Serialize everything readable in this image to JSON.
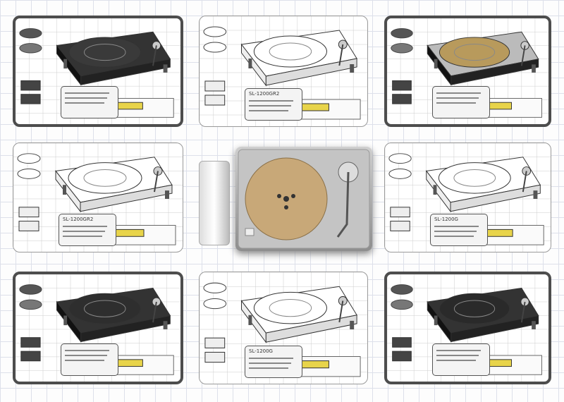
{
  "cards": [
    {
      "model": "",
      "style": "dark",
      "platter": "#3a3a3a"
    },
    {
      "model": "SL-1200GR2",
      "style": "light",
      "platter": "#fff"
    },
    {
      "model": "",
      "style": "dark",
      "platter": "#b89a5c"
    },
    {
      "model": "SL-1200GR2",
      "style": "light",
      "platter": "#fff"
    },
    {
      "model": "SL-1200G",
      "style": "light",
      "platter": "#fff"
    },
    {
      "model": "",
      "style": "dark",
      "platter": "#2e2e2e"
    },
    {
      "model": "SL-1200G",
      "style": "light",
      "platter": "#fff"
    },
    {
      "model": "",
      "style": "dark",
      "platter": "#2a2a2a"
    }
  ],
  "center": {
    "platter_color": "#c8a878"
  }
}
